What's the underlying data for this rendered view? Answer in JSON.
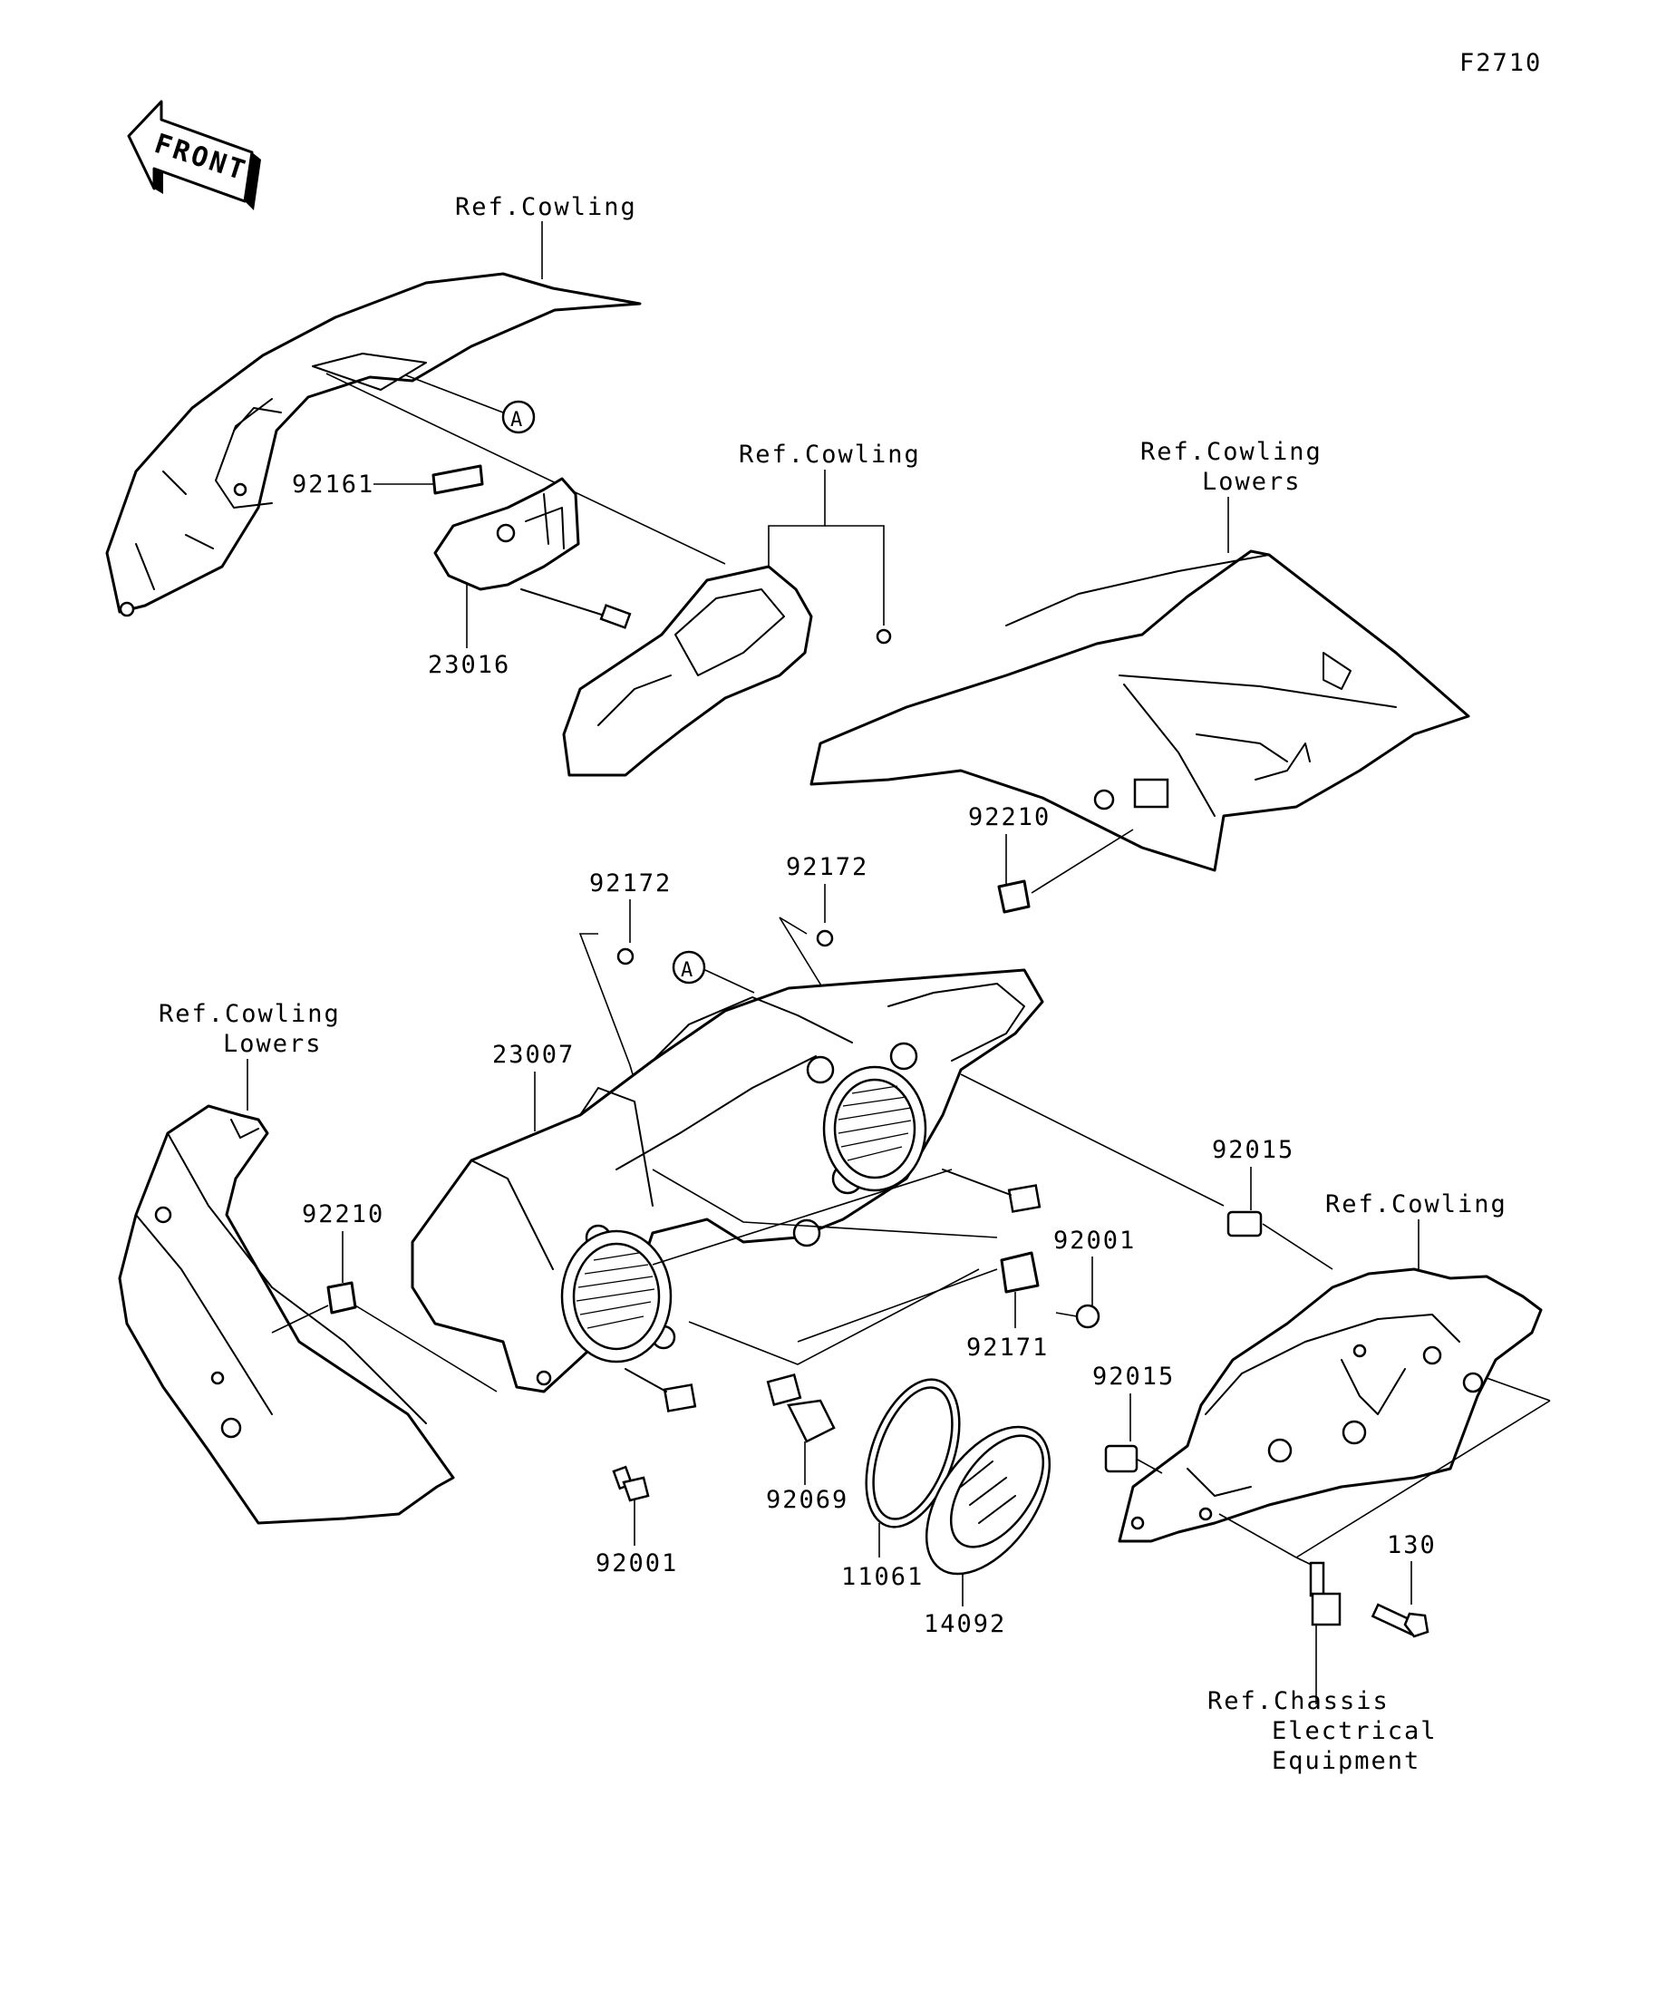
{
  "figure_code": "F2710",
  "front_label": "FRONT",
  "callout_letter": "A",
  "labels": {
    "ref_cowling_top": "Ref.Cowling",
    "ref_cowling_mid": "Ref.Cowling",
    "ref_cowling_lowers_right_1": "Ref.Cowling",
    "ref_cowling_lowers_right_2": "Lowers",
    "ref_cowling_lowers_left_1": "Ref.Cowling",
    "ref_cowling_lowers_left_2": "Lowers",
    "ref_cowling_right": "Ref.Cowling",
    "ref_chassis_1": "Ref.Chassis",
    "ref_chassis_2": "Electrical",
    "ref_chassis_3": "Equipment"
  },
  "parts": {
    "p92161": "92161",
    "p23016": "23016",
    "p92210_upper": "92210",
    "p92172_left": "92172",
    "p92172_right": "92172",
    "p23007": "23007",
    "p92210_lower": "92210",
    "p92015_upper": "92015",
    "p92001_right": "92001",
    "p92171": "92171",
    "p92015_lower": "92015",
    "p92001_lower": "92001",
    "p92069": "92069",
    "p11061": "11061",
    "p14092": "14092",
    "p130": "130"
  }
}
